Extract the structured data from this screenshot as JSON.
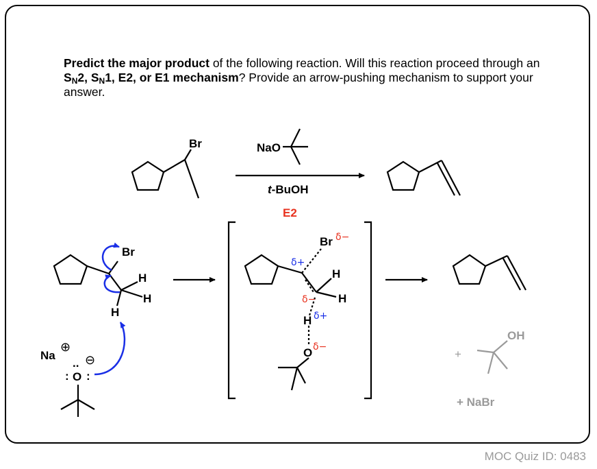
{
  "question": {
    "p1_bold": "Predict the major product",
    "p2": " of the following reaction.  Will this reaction proceed through an ",
    "s": "S",
    "n": "N",
    "two": "2, ",
    "one": "1, E2, or E1 mechanism",
    "p3": "?  Provide an arrow-pushing mechanism to support your answer."
  },
  "reaction": {
    "br": "Br",
    "reagent": "NaO",
    "solvent_italic": "t",
    "solvent_rest": "-BuOH",
    "mechanism_label": "E2"
  },
  "mechanism": {
    "br": "Br",
    "h": "H",
    "na": "Na",
    "plus_charge": "⊕",
    "minus_charge": "⊖",
    "o": "O",
    "lone_pair": ":",
    "lone_pair_top": "..",
    "delta_plus": "δ+",
    "delta_minus": "δ−",
    "byproduct_oh": "OH",
    "plus": "+",
    "nabr": "+ NaBr"
  },
  "footer": {
    "quiz_id": "MOC Quiz ID: 0483"
  },
  "colors": {
    "arrow_blue": "#1a2fe6",
    "partial_red": "#e8321f",
    "label_red": "#e8321f",
    "grey": "#9a9a9a"
  }
}
